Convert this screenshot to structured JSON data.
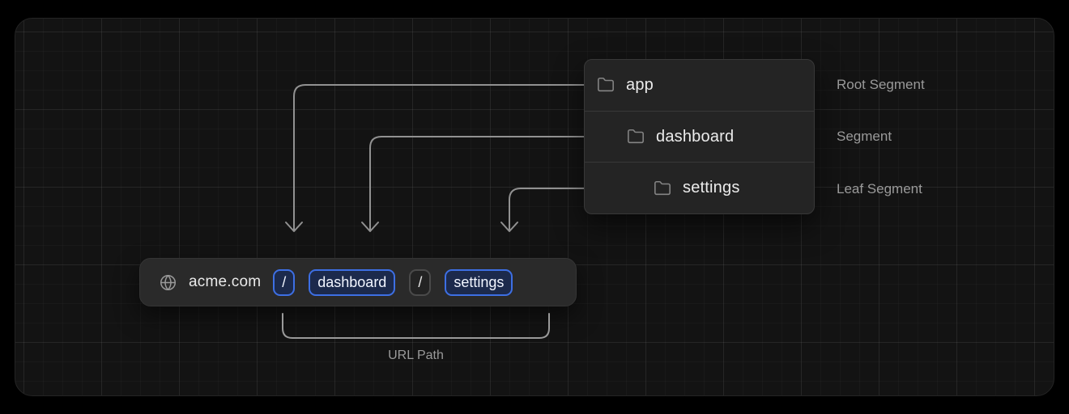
{
  "folder_tree": {
    "rows": [
      {
        "name": "app",
        "annotation": "Root Segment"
      },
      {
        "name": "dashboard",
        "annotation": "Segment"
      },
      {
        "name": "settings",
        "annotation": "Leaf Segment"
      }
    ]
  },
  "url_bar": {
    "domain": "acme.com",
    "segments": [
      {
        "text": "/",
        "style": "blue"
      },
      {
        "text": "dashboard",
        "style": "blue"
      },
      {
        "text": "/",
        "style": "gray"
      },
      {
        "text": "settings",
        "style": "blue"
      }
    ]
  },
  "bracket": {
    "label": "URL Path"
  },
  "colors": {
    "accent_blue": "#3d6fe4",
    "segment_fill_blue": "#1c2a4c",
    "segment_border_gray": "#4a4a4a",
    "connector_gray": "#919191",
    "panel_bg": "#242424",
    "canvas_bg": "#131313",
    "muted_text": "#9a9a9a"
  },
  "icons": {
    "folder": "folder-icon",
    "globe": "globe-icon"
  }
}
